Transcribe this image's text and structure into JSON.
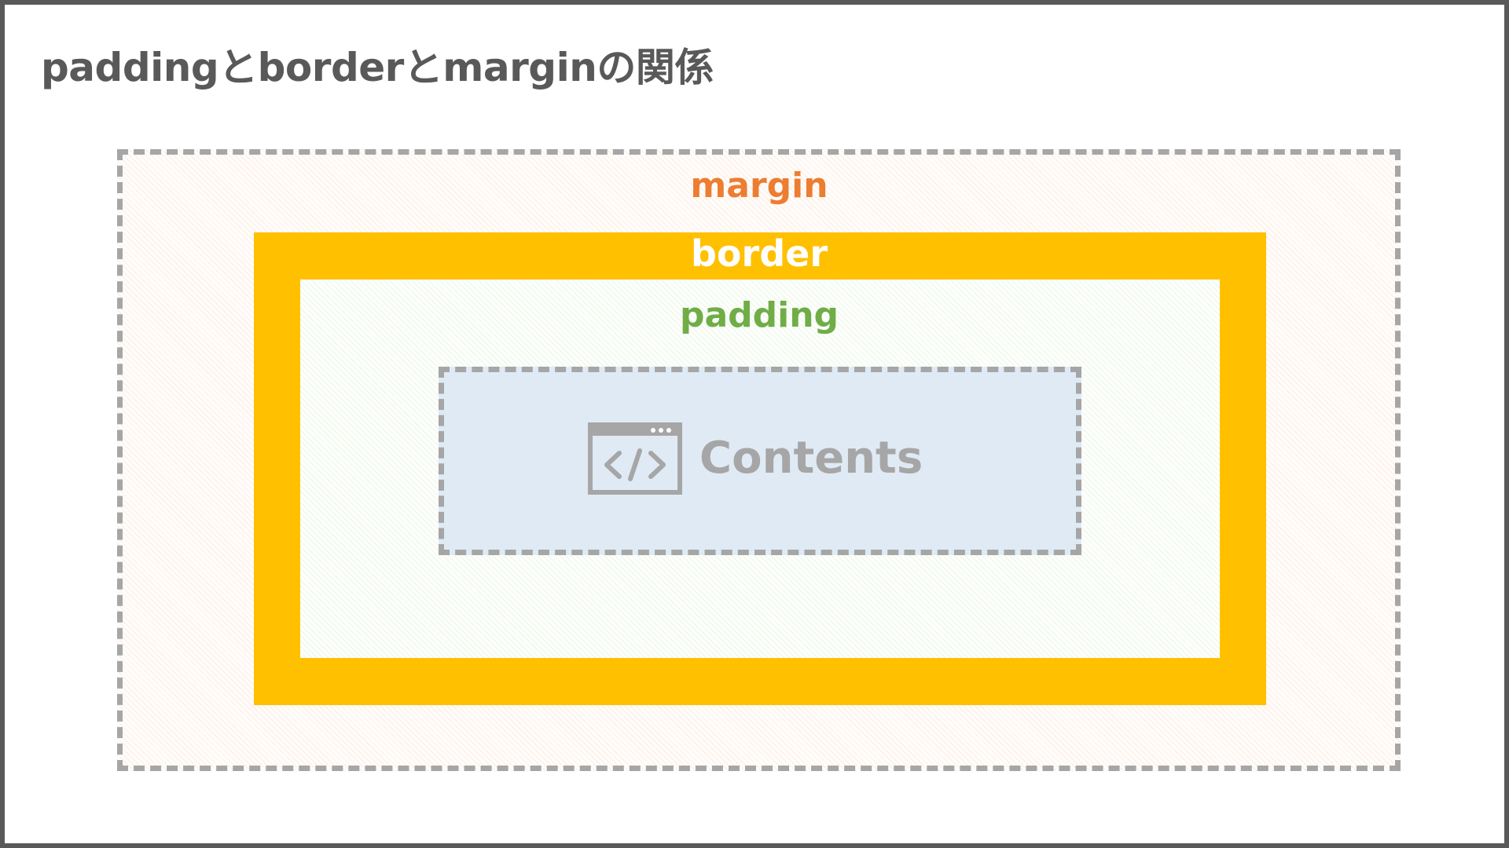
{
  "title": "paddingとborderとmarginの関係",
  "diagram": {
    "margin_label": "margin",
    "border_label": "border",
    "padding_label": "padding",
    "content_label": "Contents",
    "content_icon": "code-window-icon"
  },
  "colors": {
    "frame": "#595959",
    "margin_text": "#ed7d31",
    "border_fill": "#ffc000",
    "padding_text": "#70ad47",
    "content_fill": "#dfeaf5",
    "dashed_outline": "#a6a6a6"
  }
}
